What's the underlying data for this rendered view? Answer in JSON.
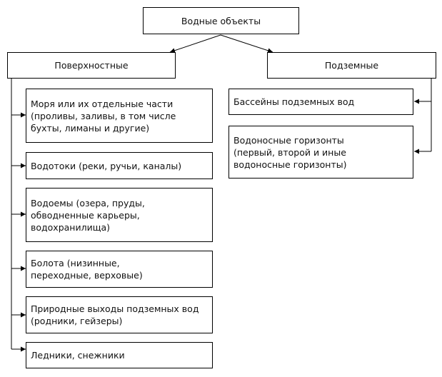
{
  "root": {
    "label": "Водные объекты"
  },
  "surface": {
    "label": "Поверхностные",
    "items": [
      {
        "label": "Моря или их отдельные части\n(проливы, заливы, в том числе\nбухты, лиманы и другие)"
      },
      {
        "label": "Водотоки (реки, ручьи, каналы)"
      },
      {
        "label": "Водоемы (озера, пруды,\nобводненные карьеры,\nводохранилища)"
      },
      {
        "label": "Болота (низинные,\nпереходные, верховые)"
      },
      {
        "label": "Природные выходы подземных вод\n(родники, гейзеры)"
      },
      {
        "label": "Ледники, снежники"
      }
    ]
  },
  "underground": {
    "label": "Подземные",
    "items": [
      {
        "label": "Бассейны подземных вод"
      },
      {
        "label": "Водоносные горизонты\n(первый, второй и иные\nводоносные горизонты)"
      }
    ]
  }
}
